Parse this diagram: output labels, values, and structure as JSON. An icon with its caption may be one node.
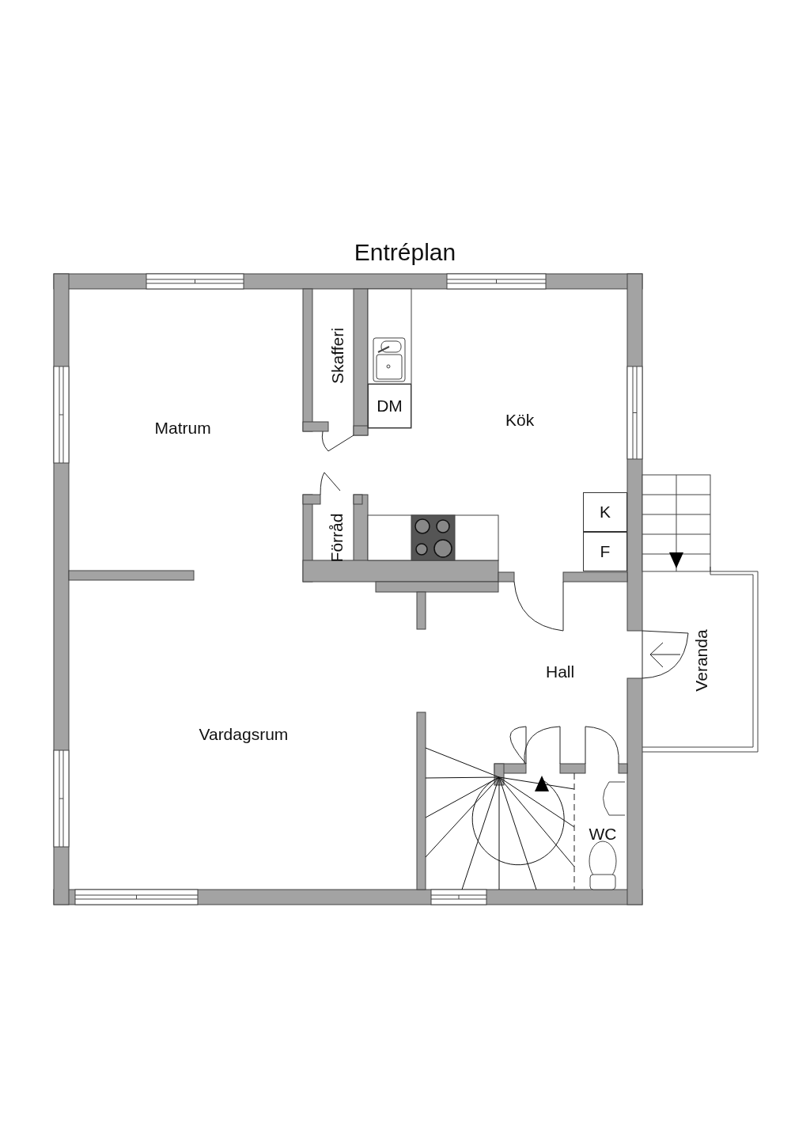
{
  "diagram": {
    "title": "Entréplan",
    "nodes": [
      {
        "text": [
          "DM"
        ]
      },
      {
        "text": [
          "K"
        ]
      },
      {
        "text": [
          "F"
        ]
      }
    ],
    "labels": [
      "Skafferi",
      "Kök",
      "Matrum",
      "Förråd",
      "Hall",
      "Veranda",
      "Vardagsrum",
      "WC"
    ]
  }
}
